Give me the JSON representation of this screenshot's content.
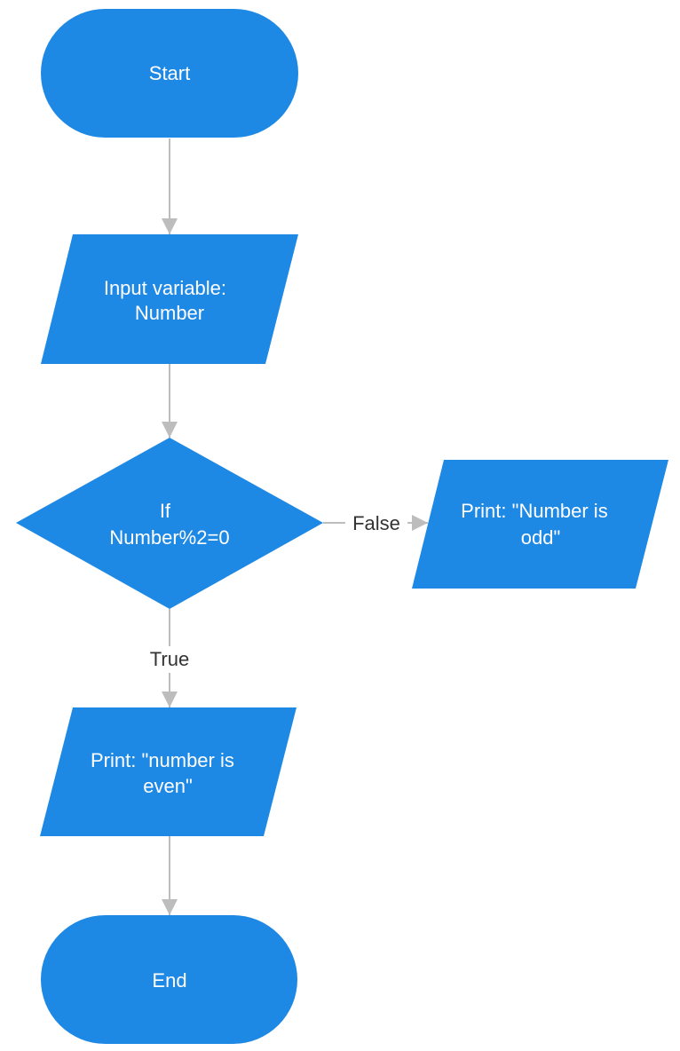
{
  "colors": {
    "node_fill": "#1e88e5",
    "connector": "#bdbdbd",
    "label_text": "#333333",
    "node_text": "#ffffff",
    "background": "#ffffff"
  },
  "nodes": {
    "start": {
      "shape": "terminator",
      "lines": [
        "Start"
      ]
    },
    "input": {
      "shape": "parallelogram",
      "lines": [
        "Input variable:",
        "Number"
      ]
    },
    "decision": {
      "shape": "diamond",
      "lines": [
        "If",
        "Number%2=0"
      ]
    },
    "print_odd": {
      "shape": "parallelogram",
      "lines": [
        "Print: \"Number is",
        "odd\""
      ]
    },
    "print_even": {
      "shape": "parallelogram",
      "lines": [
        "Print: \"number is",
        "even\""
      ]
    },
    "end": {
      "shape": "terminator",
      "lines": [
        "End"
      ]
    }
  },
  "edges": {
    "start_to_input": {
      "from": "start",
      "to": "input",
      "label": ""
    },
    "input_to_decision": {
      "from": "input",
      "to": "decision",
      "label": ""
    },
    "decision_false": {
      "from": "decision",
      "to": "print_odd",
      "label": "False"
    },
    "decision_true": {
      "from": "decision",
      "to": "print_even",
      "label": "True"
    },
    "even_to_end": {
      "from": "print_even",
      "to": "end",
      "label": ""
    }
  }
}
